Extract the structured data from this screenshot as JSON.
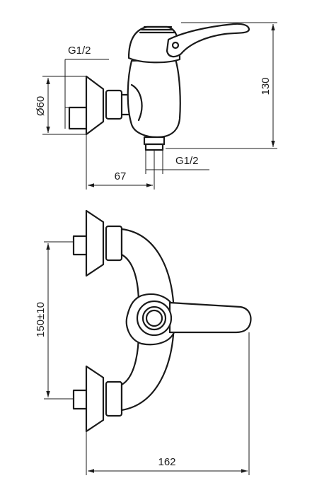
{
  "dimensions": {
    "thread_top": "G1/2",
    "diameter": "Ø60",
    "height": "130",
    "thread_bottom": "G1/2",
    "depth": "67",
    "spacing": "150±10",
    "width": "162"
  },
  "colors": {
    "line": "#1a1a1a",
    "background": "#ffffff"
  }
}
